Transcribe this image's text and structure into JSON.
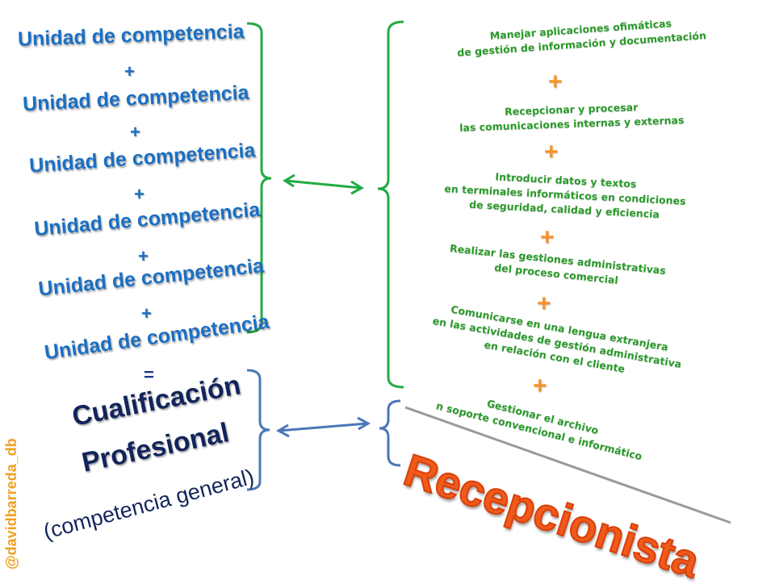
{
  "left_column": {
    "units": [
      "Unidad de competencia",
      "Unidad de competencia",
      "Unidad de competencia",
      "Unidad de competencia",
      "Unidad de competencia",
      "Unidad de competencia"
    ],
    "plus": "+",
    "equals": "=",
    "qualification_line1": "Cualificación",
    "qualification_line2": "Profesional",
    "general_competence": "(competencia general)"
  },
  "right_column": {
    "tasks": [
      {
        "line1": "Manejar aplicaciones ofimáticas",
        "line2": "de gestión de información y documentación"
      },
      {
        "line1": "Recepcionar y procesar",
        "line2": "las comunicaciones  internas y externas"
      },
      {
        "line1": "Introducir datos y textos",
        "line2": "en terminales informáticos en condiciones",
        "line3": "de seguridad, calidad y eficiencia"
      },
      {
        "line1": "Realizar las gestiones administrativas",
        "line2": "del proceso comercial"
      },
      {
        "line1": "Comunicarse en una lengua extranjera",
        "line2": "en las actividades de gestión administrativa",
        "line3": "en relación con el cliente"
      },
      {
        "line1": "Gestionar el archivo",
        "line2": "n soporte convencional e informático"
      }
    ],
    "plus": "+",
    "job_title": "Recepcionista"
  },
  "author": "@davidbarreda_db",
  "colors": {
    "unit_blue": "#1a6fc4",
    "qualification_navy": "#12245a",
    "task_green": "#2a9a2a",
    "plus_orange": "#f5922a",
    "title_orange": "#f05a1a",
    "author_orange": "#f0a020",
    "green_bracket": "#22aa44",
    "blue_bracket": "#4a78b8"
  }
}
